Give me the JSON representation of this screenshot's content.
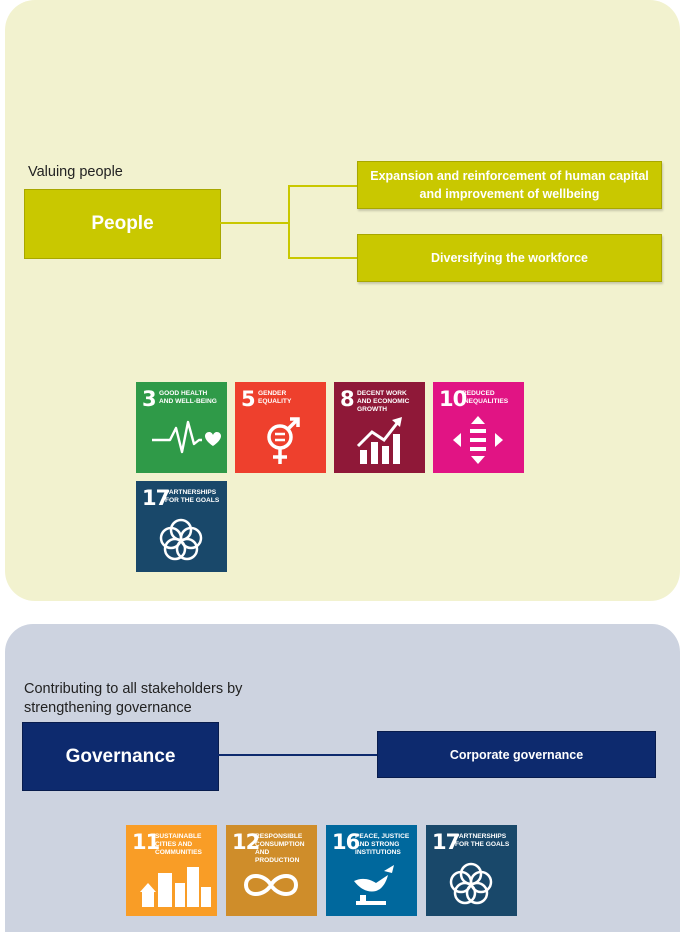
{
  "people": {
    "caption": "Valuing people",
    "title": "People",
    "items": [
      "Expansion and reinforcement of human capital and improvement of wellbeing",
      "Diversifying the workforce"
    ],
    "sdgs": [
      {
        "num": "3",
        "label": "Good health and well-being",
        "color": "#2f9a48",
        "icon": "heartbeat-icon"
      },
      {
        "num": "5",
        "label": "Gender equality",
        "color": "#ee402d",
        "icon": "gender-equality-icon"
      },
      {
        "num": "8",
        "label": "Decent work and economic growth",
        "color": "#8f1838",
        "icon": "growth-chart-icon"
      },
      {
        "num": "10",
        "label": "Reduced inequalities",
        "color": "#e11484",
        "icon": "equality-arrows-icon"
      },
      {
        "num": "17",
        "label": "Partnerships for the goals",
        "color": "#19486a",
        "icon": "partnership-rings-icon"
      }
    ]
  },
  "governance": {
    "caption": "Contributing to all stakeholders by strengthening governance",
    "title": "Governance",
    "items": [
      "Corporate governance"
    ],
    "sdgs": [
      {
        "num": "11",
        "label": "Sustainable cities and communities",
        "color": "#f99d26",
        "icon": "city-buildings-icon"
      },
      {
        "num": "12",
        "label": "Responsible consumption and production",
        "color": "#cf8d2a",
        "icon": "infinity-loop-icon"
      },
      {
        "num": "16",
        "label": "Peace, justice and strong institutions",
        "color": "#00689d",
        "icon": "dove-gavel-icon"
      },
      {
        "num": "17",
        "label": "Partnerships for the goals",
        "color": "#19486a",
        "icon": "partnership-rings-icon"
      }
    ]
  }
}
